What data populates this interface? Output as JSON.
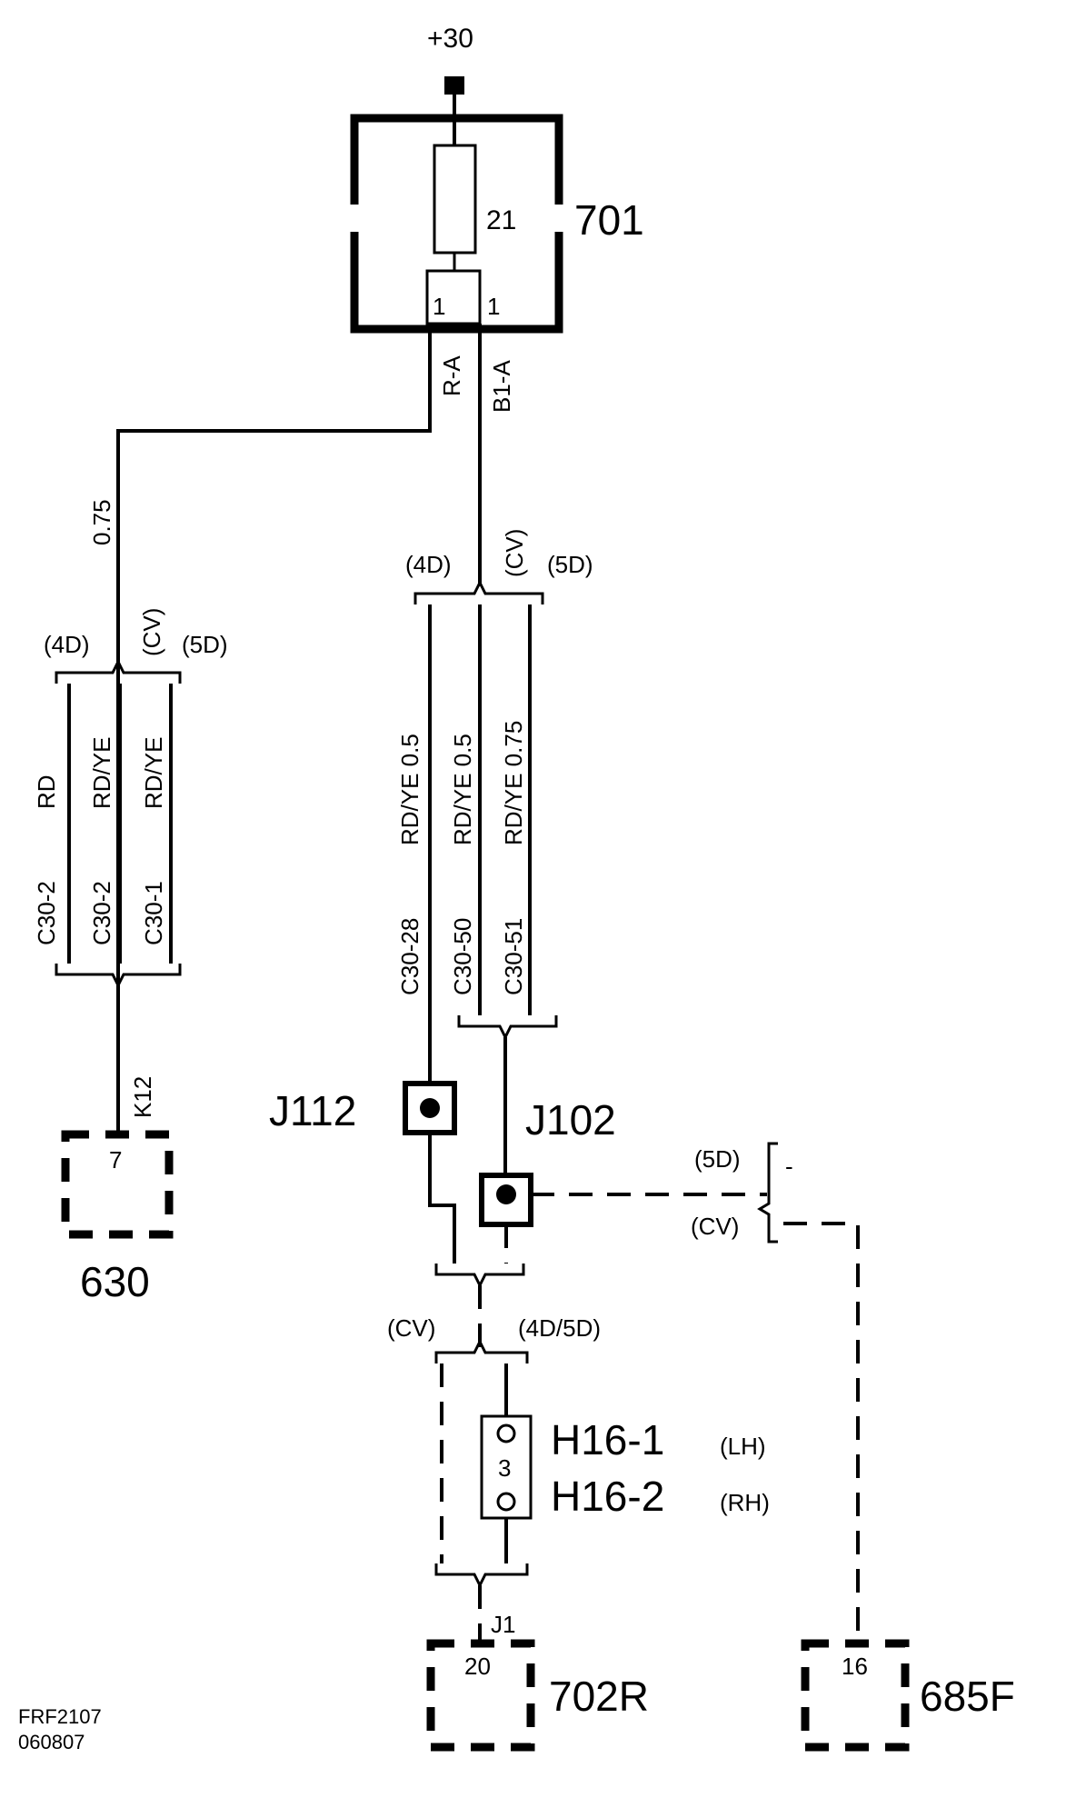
{
  "supply": "+30",
  "fusebox": {
    "id": "701",
    "fuse": "21",
    "pin_left": "1",
    "pin_right": "1"
  },
  "wires_top": {
    "left": "R-A",
    "right": "B1-A"
  },
  "left_branch": {
    "gauge": "0.75",
    "variants": {
      "left": "(4D)",
      "mid": "(CV)",
      "right": "(5D)"
    },
    "colors": [
      "RD",
      "RD/YE",
      "RD/YE"
    ],
    "codes": [
      "C30-2",
      "C30-2",
      "C30-1"
    ],
    "wire_id": "K12",
    "component": {
      "id": "630",
      "pin": "7"
    }
  },
  "right_branch": {
    "variants": {
      "left": "(4D)",
      "mid": "(CV)",
      "right": "(5D)"
    },
    "wires": [
      {
        "label": "RD/YE  0.5",
        "code": "C30-28"
      },
      {
        "label": "RD/YE  0.5",
        "code": "C30-50"
      },
      {
        "label": "RD/YE  0.75",
        "code": "C30-51"
      }
    ]
  },
  "splices": {
    "j112": "J112",
    "j102": "J102"
  },
  "j102_branch": {
    "top": "(5D)",
    "dash": "-",
    "bottom": "(CV)"
  },
  "lower_variants": {
    "left": "(CV)",
    "right": "(4D/5D)"
  },
  "lamp": {
    "pin": "3",
    "line1_id": "H16-1",
    "line1_side": "(LH)",
    "line2_id": "H16-2",
    "line2_side": "(RH)"
  },
  "bottom": {
    "wire_id": "J1",
    "comp_702": {
      "id": "702R",
      "pin": "20"
    },
    "comp_685": {
      "id": "685F",
      "pin": "16"
    }
  },
  "footer": {
    "line1": "FRF2107",
    "line2": "060807"
  }
}
